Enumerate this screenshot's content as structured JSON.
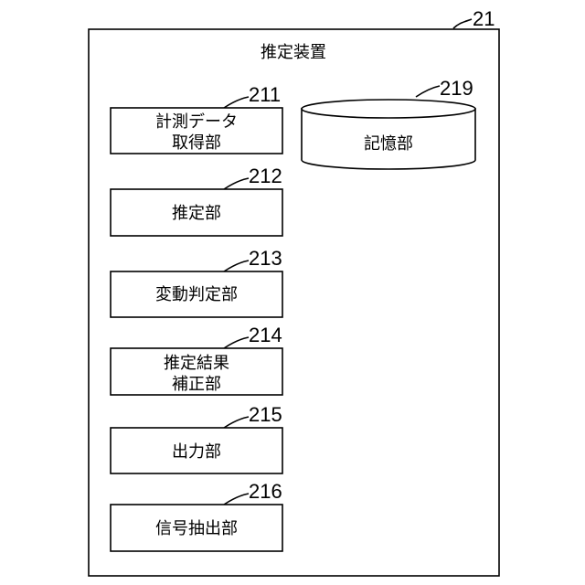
{
  "device": {
    "ref": "21",
    "title": "推定装置"
  },
  "units": [
    {
      "ref": "211",
      "lines": [
        "計測データ",
        "取得部"
      ]
    },
    {
      "ref": "212",
      "lines": [
        "推定部"
      ]
    },
    {
      "ref": "213",
      "lines": [
        "変動判定部"
      ]
    },
    {
      "ref": "214",
      "lines": [
        "推定結果",
        "補正部"
      ]
    },
    {
      "ref": "215",
      "lines": [
        "出力部"
      ]
    },
    {
      "ref": "216",
      "lines": [
        "信号抽出部"
      ]
    }
  ],
  "storage": {
    "ref": "219",
    "label": "記憶部"
  }
}
